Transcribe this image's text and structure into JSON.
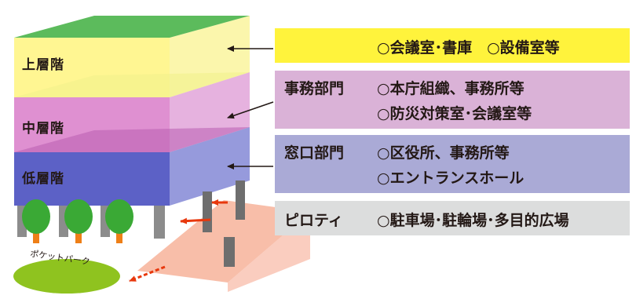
{
  "floors": {
    "upper": "上層階",
    "middle": "中層階",
    "lower": "低層階"
  },
  "park_label": "ポケットパーク",
  "boxes": {
    "upper": {
      "category": "",
      "lines": [
        "○会議室･書庫　○設備室等"
      ],
      "fill": "#fff33c"
    },
    "middle": {
      "category": "事務部門",
      "lines": [
        "○本庁組織、事務所等",
        "○防災対策室･会議室等"
      ],
      "fill": "#dab2d7"
    },
    "lower": {
      "category": "窓口部門",
      "lines": [
        "○区役所、事務所等",
        "○エントランスホール"
      ],
      "fill": "#aaaad6"
    },
    "piloti": {
      "category": "ピロティ",
      "lines": [
        "○駐車場･駐輪場･多目的広場"
      ],
      "fill": "#dcdddd"
    }
  }
}
